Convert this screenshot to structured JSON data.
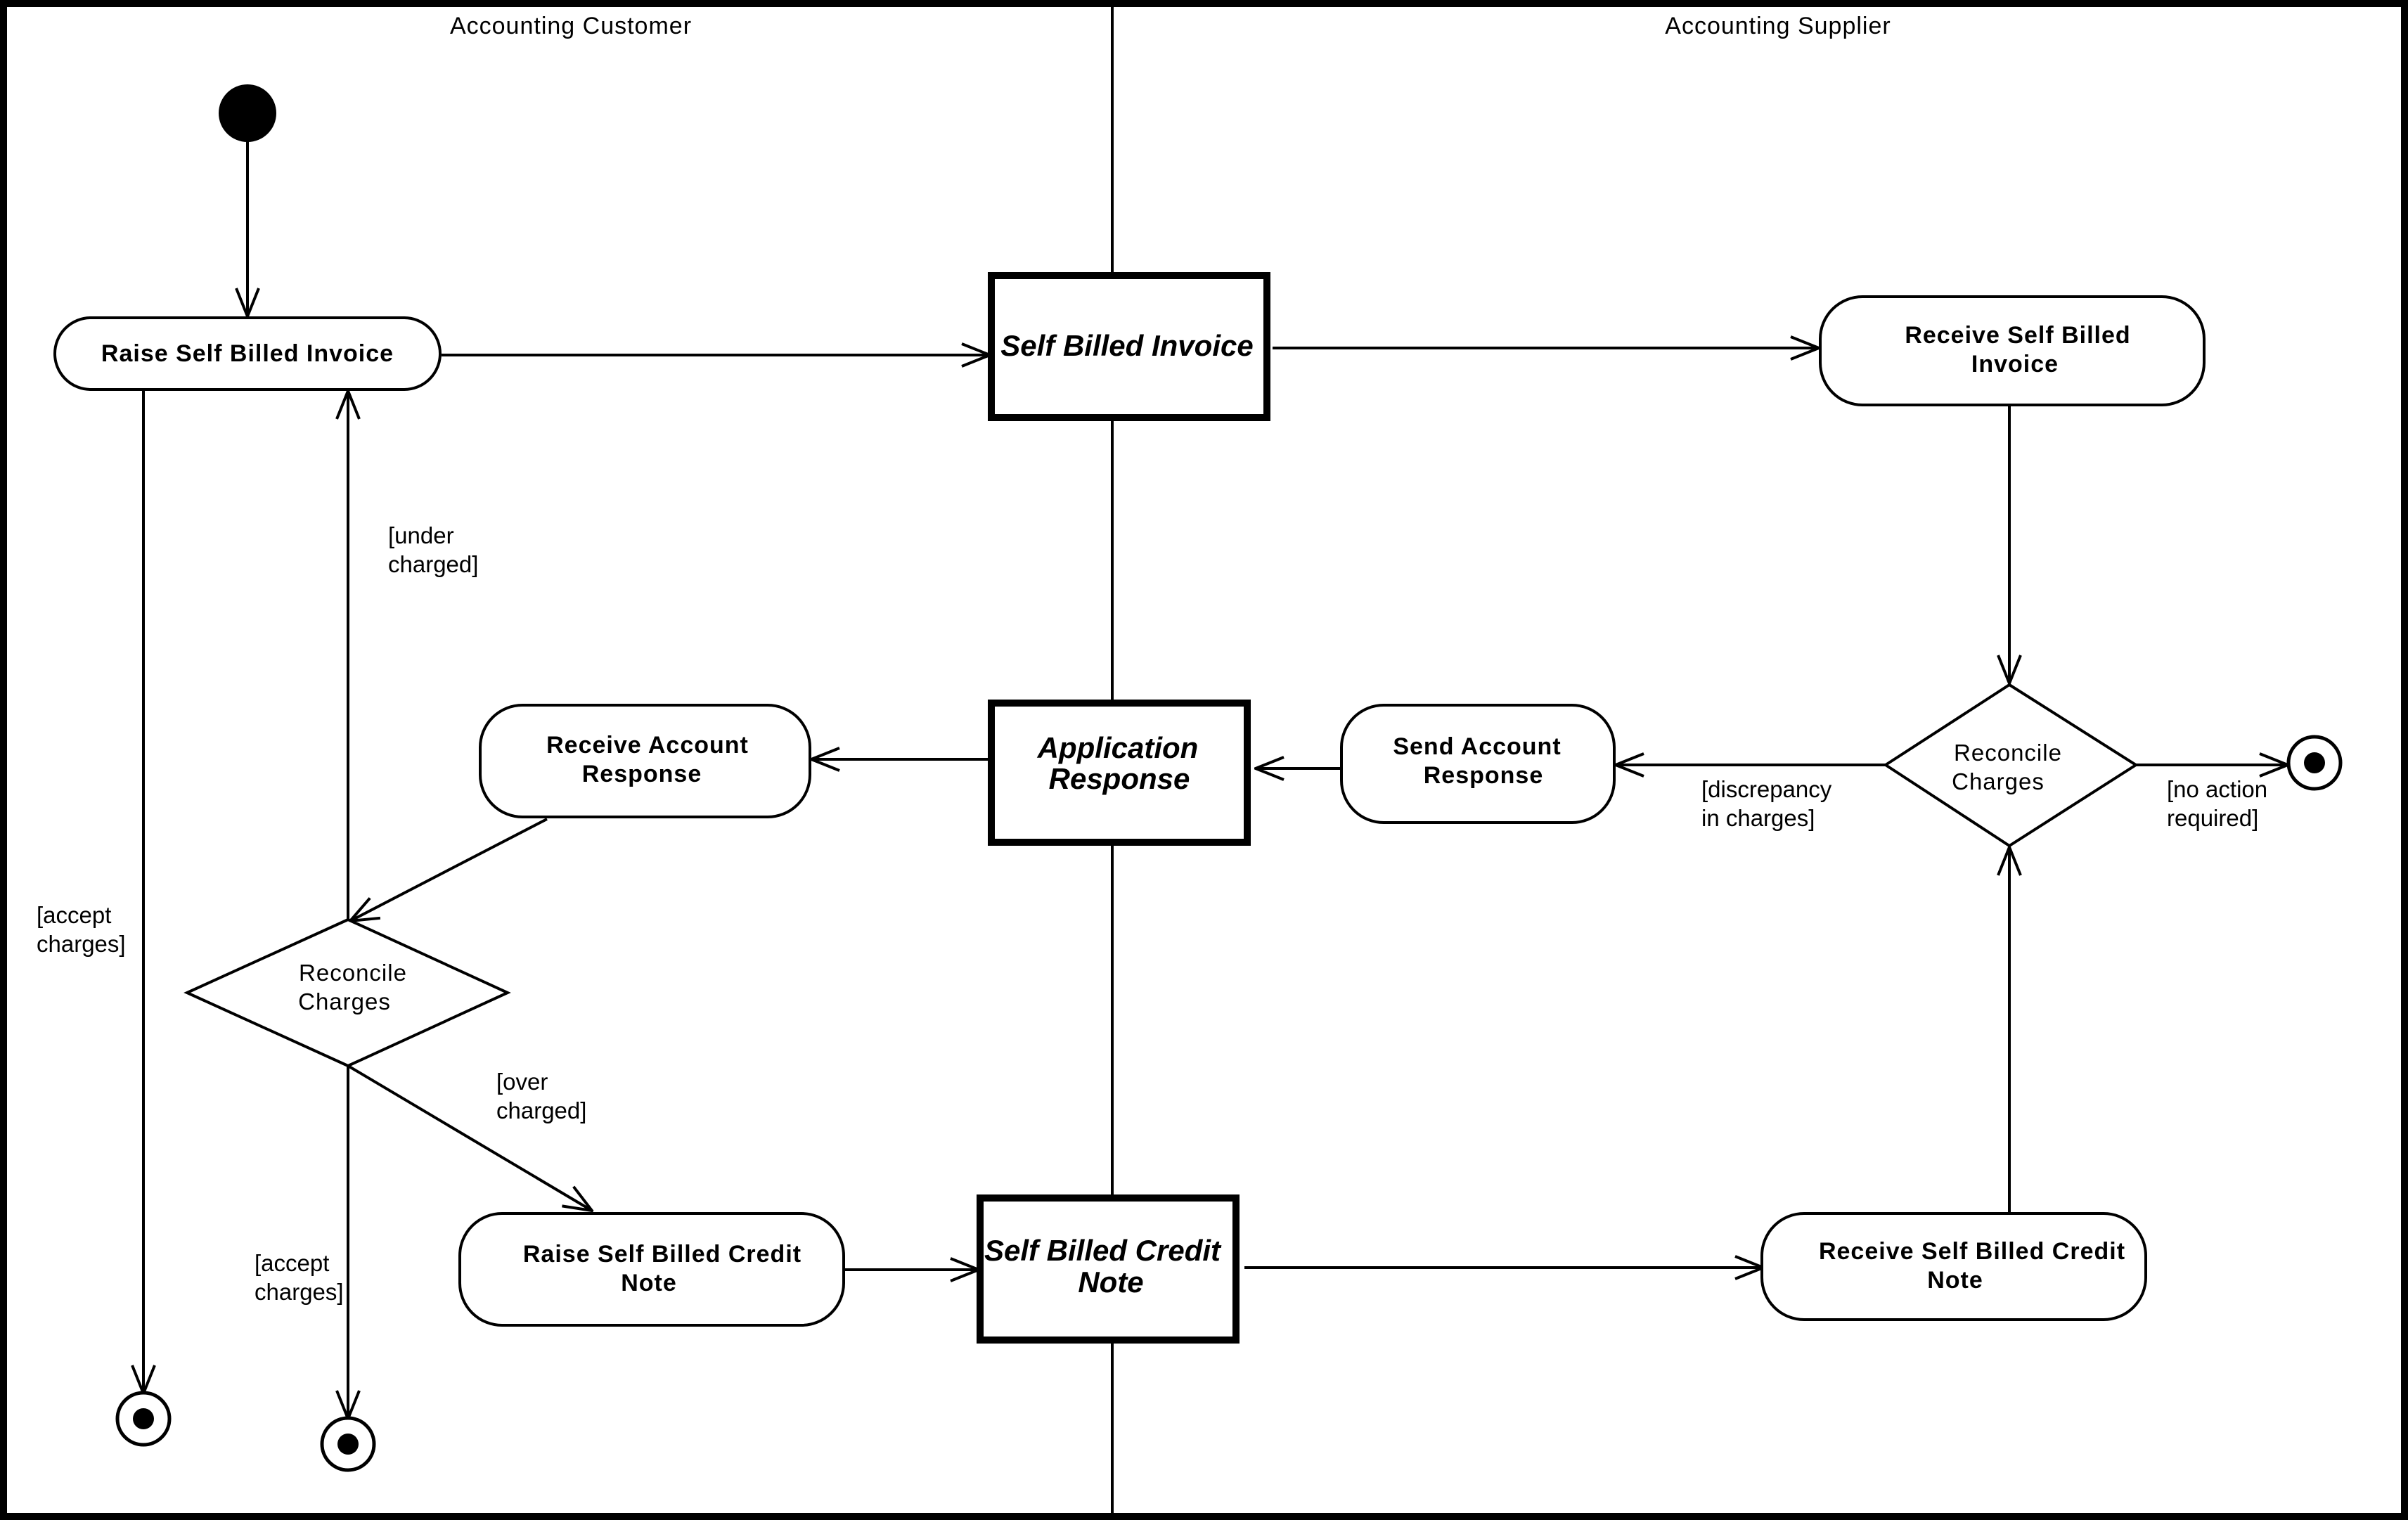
{
  "lanes": {
    "customer": "Accounting Customer",
    "supplier": "Accounting Supplier"
  },
  "activities": {
    "raise_invoice": [
      "Raise Self Billed Invoice"
    ],
    "receive_invoice": [
      "Receive Self Billed",
      "Invoice"
    ],
    "receive_response": [
      "Receive Account",
      "Response"
    ],
    "send_response": [
      "Send Account",
      "Response"
    ],
    "raise_credit": [
      "Raise Self Billed Credit",
      "Note"
    ],
    "receive_credit": [
      "Receive Self Billed Credit",
      "Note"
    ]
  },
  "objects": {
    "invoice": [
      "Self Billed Invoice"
    ],
    "response": [
      "Application",
      "Response"
    ],
    "credit": [
      "Self Billed Credit",
      "Note"
    ]
  },
  "decisions": {
    "customer": [
      "Reconcile",
      "Charges"
    ],
    "supplier": [
      "Reconcile",
      "Charges"
    ]
  },
  "guards": {
    "accept_left": [
      "[accept",
      "charges]"
    ],
    "under": [
      "[under",
      "charged]"
    ],
    "over": [
      "[over",
      "charged]"
    ],
    "accept_bottom": [
      "[accept",
      "charges]"
    ],
    "discrepancy": [
      "[discrepancy",
      "in charges]"
    ],
    "no_action": [
      "[no action",
      "required]"
    ]
  }
}
